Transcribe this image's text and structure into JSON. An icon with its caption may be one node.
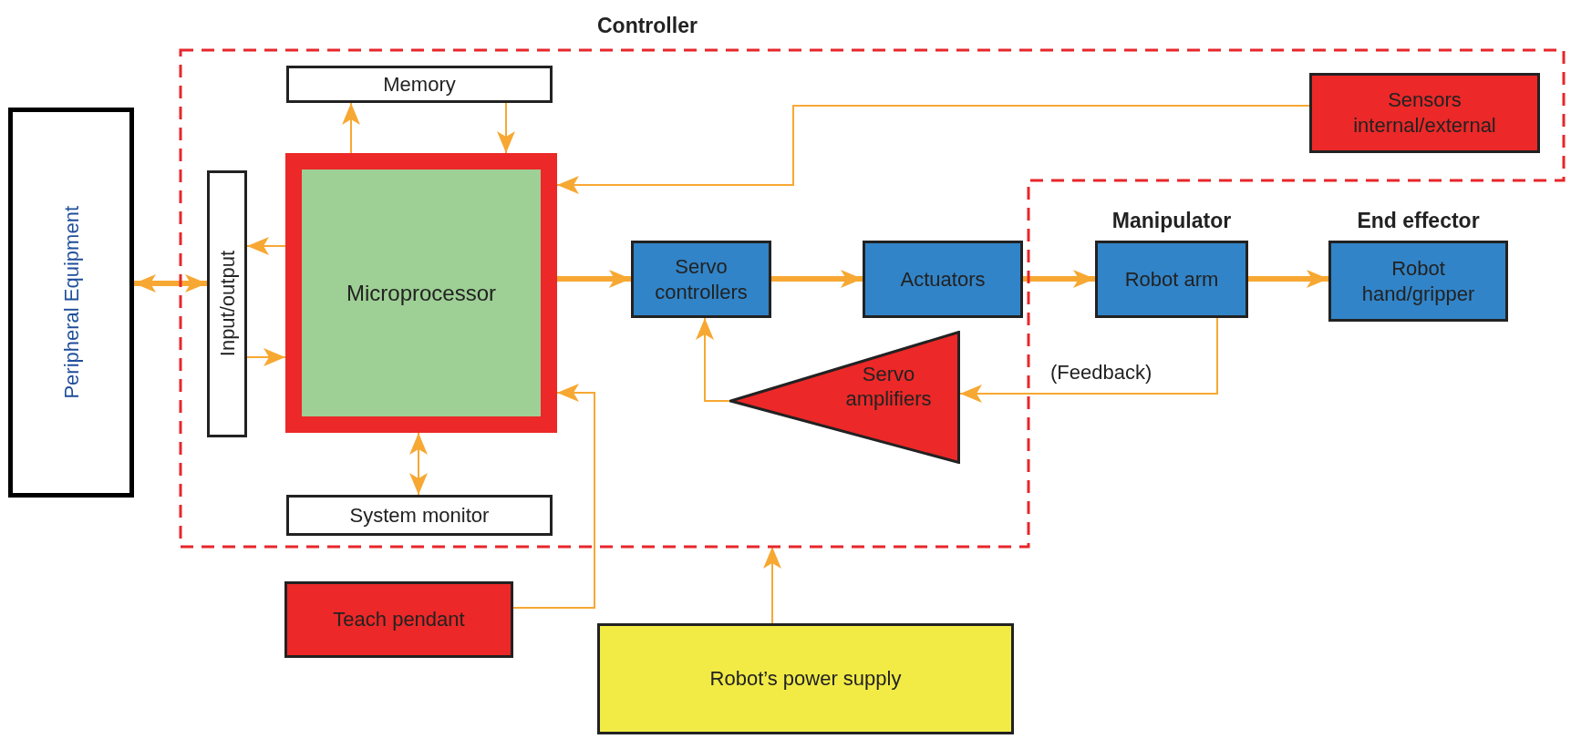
{
  "diagram": {
    "nodes": [
      {
        "text": [
          "Peripheral Equipment"
        ]
      },
      {
        "text": [
          "Controller"
        ]
      },
      {
        "text": [
          "Memory"
        ],
        "in": 1
      },
      {
        "text": [
          "Input/output"
        ],
        "in": 1
      },
      {
        "text": [
          "Microprocessor"
        ],
        "in": 1
      },
      {
        "text": [
          "Sensors internal/external"
        ],
        "in": 1
      },
      {
        "text": [
          "Servo controllers"
        ],
        "in": 1
      },
      {
        "text": [
          "Actuators"
        ],
        "in": 1
      },
      {
        "text": [
          "Servo amplifiers"
        ],
        "in": 1
      },
      {
        "text": [
          "System monitor"
        ],
        "in": 1
      },
      {
        "text": [
          "Manipulator",
          "Robot arm"
        ]
      },
      {
        "text": [
          "End effector",
          "Robot hand/gripper"
        ]
      },
      {
        "text": [
          "Teach pendant"
        ]
      },
      {
        "text": [
          "Robot’s power supply"
        ]
      }
    ],
    "edges": [
      {
        "from": 0,
        "to": 3,
        "arrow": "both",
        "style": "thick"
      },
      {
        "from": 4,
        "to": 2,
        "arrow": "to"
      },
      {
        "from": 2,
        "to": 4,
        "arrow": "to"
      },
      {
        "from": 4,
        "to": 3,
        "arrow": "to"
      },
      {
        "from": 3,
        "to": 4,
        "arrow": "to"
      },
      {
        "from": 4,
        "to": 9,
        "arrow": "both"
      },
      {
        "from": 5,
        "to": 4,
        "arrow": "to"
      },
      {
        "from": 4,
        "to": 6,
        "arrow": "to",
        "style": "thick"
      },
      {
        "from": 6,
        "to": 7,
        "arrow": "to",
        "style": "thick"
      },
      {
        "from": 7,
        "to": 10,
        "arrow": "to",
        "style": "thick"
      },
      {
        "from": 10,
        "to": 11,
        "arrow": "to",
        "style": "thick"
      },
      {
        "from": 10,
        "to": 8,
        "arrow": "to",
        "label": "(Feedback)"
      },
      {
        "from": 8,
        "to": 6,
        "arrow": "to"
      },
      {
        "from": 12,
        "to": 4,
        "arrow": "to"
      },
      {
        "from": 13,
        "to": 1,
        "arrow": "to"
      }
    ]
  }
}
